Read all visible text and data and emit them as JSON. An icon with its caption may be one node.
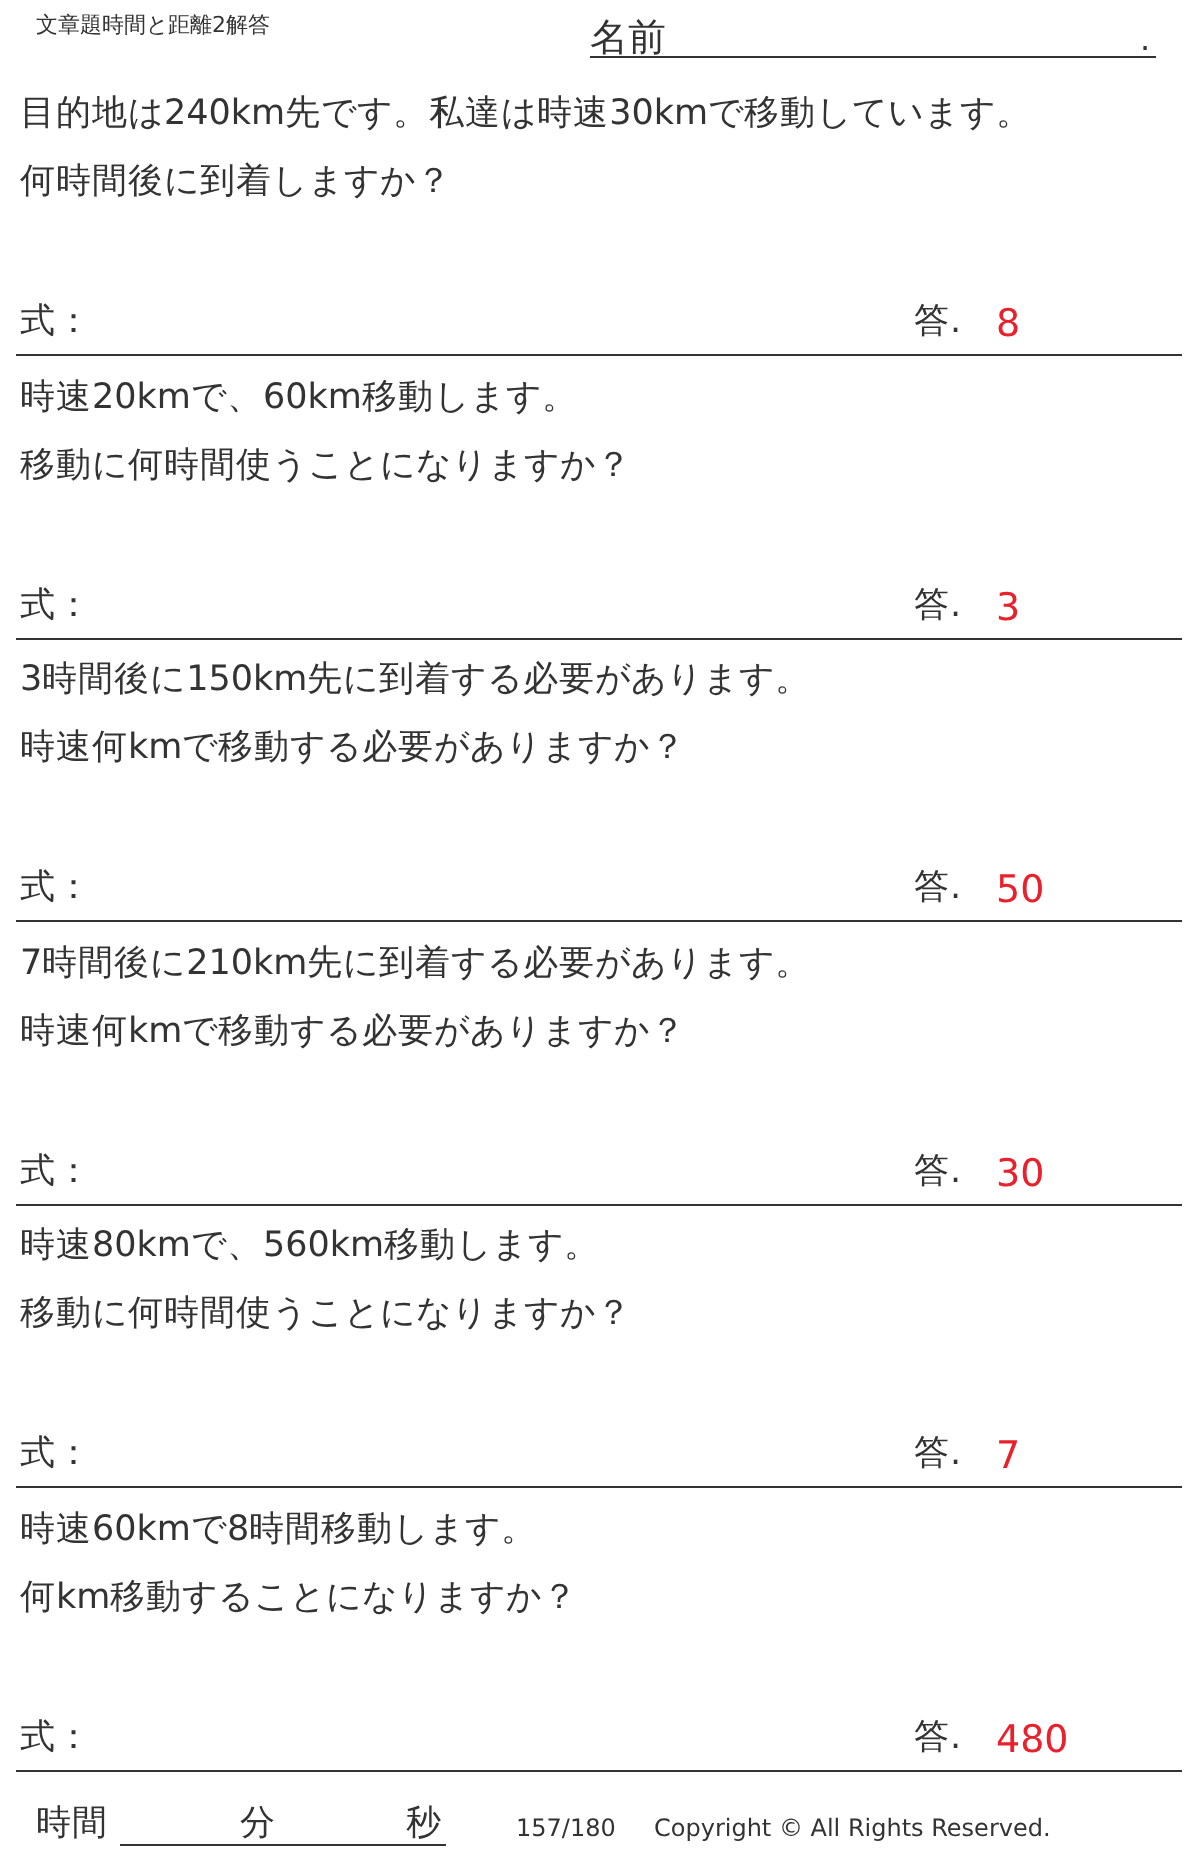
{
  "diagram": {
    "title": "文章題時間と距離2解答",
    "labels": [
      "名前",
      ".",
      "目的地は240km先です。私達は時速30kmで移動しています。",
      "何時間後に到着しますか？",
      "式：",
      "答.",
      "8",
      "時速20kmで、60km移動します。",
      "移動に何時間使うことになりますか？",
      "式：",
      "答.",
      "3",
      "3時間後に150km先に到着する必要があります。",
      "時速何kmで移動する必要がありますか？",
      "式：",
      "答.",
      "50",
      "7時間後に210km先に到着する必要があります。",
      "時速何kmで移動する必要がありますか？",
      "式：",
      "答.",
      "30",
      "時速80kmで、560km移動します。",
      "移動に何時間使うことになりますか？",
      "式：",
      "答.",
      "7",
      "時速60kmで8時間移動します。",
      "何km移動することになりますか？",
      "式：",
      "答.",
      "480",
      "時間",
      "分",
      "秒",
      "157/180",
      "Copyright © All Rights Reserved."
    ]
  }
}
